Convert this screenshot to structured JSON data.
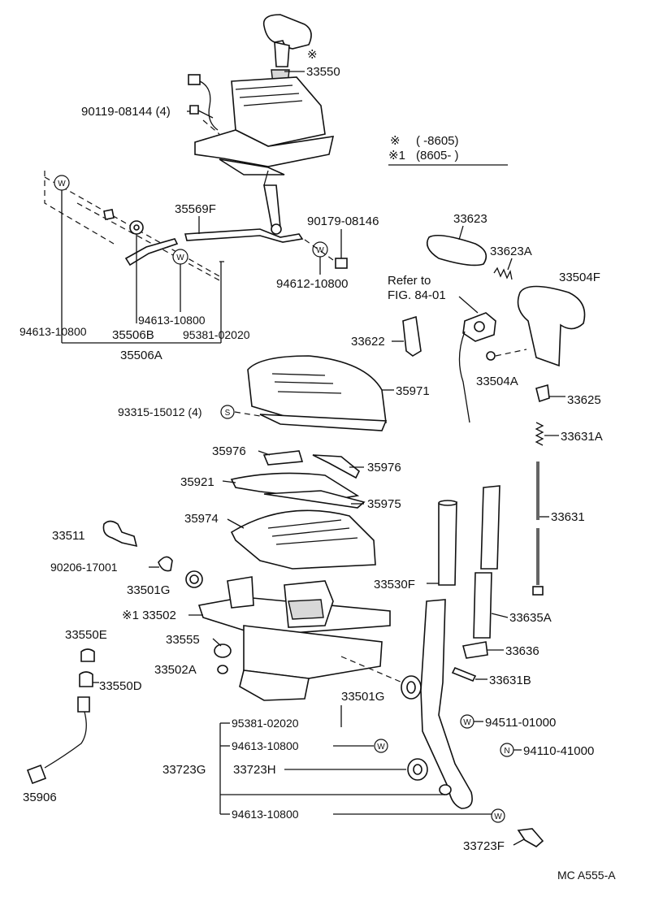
{
  "diagram": {
    "legend": {
      "row1": {
        "mark": "※",
        "range": "(      -8605)"
      },
      "row2": {
        "mark": "※1",
        "range": "(8605-      )"
      }
    },
    "labels": {
      "p33550": "33550",
      "p90119": "90119-08144 (4)",
      "p35569F": "35569F",
      "p90179": "90179-08146",
      "p94612": "94612-10800",
      "p94613a": "94613-10800",
      "p94613b": "94613-10800",
      "p35506B": "35506B",
      "p95381a": "95381-02020",
      "p35506A": "35506A",
      "p33623": "33623",
      "p33623A": "33623A",
      "p33504F": "33504F",
      "refer1": "Refer to",
      "refer2": "FIG. 84-01",
      "p33622": "33622",
      "p33504A": "33504A",
      "p33625": "33625",
      "p35971": "35971",
      "p93315": "93315-15012 (4)",
      "p33631A": "33631A",
      "p35976a": "35976",
      "p35976b": "35976",
      "p35921": "35921",
      "p35975": "35975",
      "p35974": "35974",
      "p33631": "33631",
      "p33511": "33511",
      "p90206": "90206-17001",
      "p33501Ga": "33501G",
      "p33530F": "33530F",
      "p33502": "※1 33502",
      "p33635A": "33635A",
      "p33550E": "33550E",
      "p33555": "33555",
      "p33636": "33636",
      "p33502A": "33502A",
      "p33631B": "33631B",
      "p33550D": "33550D",
      "p33501Gb": "33501G",
      "p95381b": "95381-02020",
      "p94511": "94511-01000",
      "p94613c": "94613-10800",
      "p94110": "94110-41000",
      "p33723G": "33723G",
      "p33723H": "33723H",
      "p35906": "35906",
      "p94613d": "94613-10800",
      "p33723F": "33723F",
      "footer": "MC A555-A"
    },
    "marks": {
      "w": "W",
      "s": "S",
      "n": "N"
    }
  }
}
